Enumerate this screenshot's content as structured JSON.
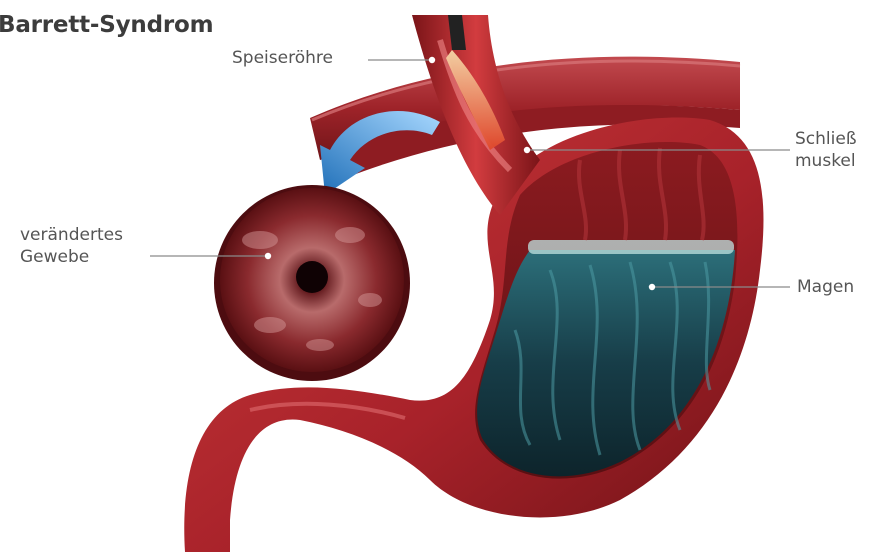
{
  "title": "Barrett-Syndrom",
  "labels": {
    "speiseroehre": "Speiseröhre",
    "schliessmuskel_line1": "Schließ",
    "schliessmuskel_line2": "muskel",
    "veraendertes_line1": "verändertes",
    "veraendertes_line2": "Gewebe",
    "magen": "Magen"
  },
  "colors": {
    "tissue_red": "#b3262c",
    "tissue_dark": "#7a1418",
    "gastric_fluid": "#1f4f5c",
    "arrow_blue": "#2c8fd6",
    "leader_line": "#8a8a8a"
  }
}
